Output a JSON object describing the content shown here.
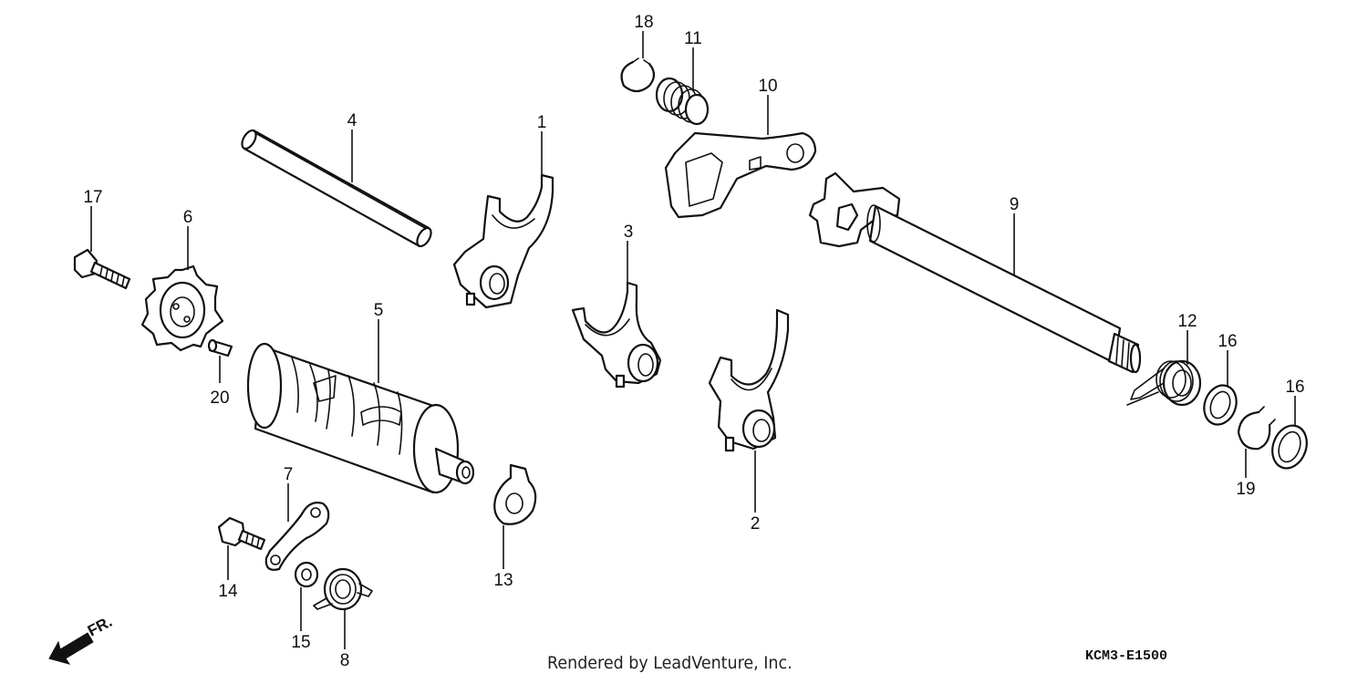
{
  "callouts": {
    "c1": "1",
    "c2": "2",
    "c3": "3",
    "c4": "4",
    "c5": "5",
    "c6": "6",
    "c7": "7",
    "c8": "8",
    "c9": "9",
    "c10": "10",
    "c11": "11",
    "c12": "12",
    "c13": "13",
    "c14": "14",
    "c15": "15",
    "c16a": "16",
    "c16b": "16",
    "c17": "17",
    "c18": "18",
    "c19": "19",
    "c20": "20"
  },
  "direction_label": "FR.",
  "credit": "Rendered by LeadVenture, Inc.",
  "diagram_code": "KCM3-E1500"
}
